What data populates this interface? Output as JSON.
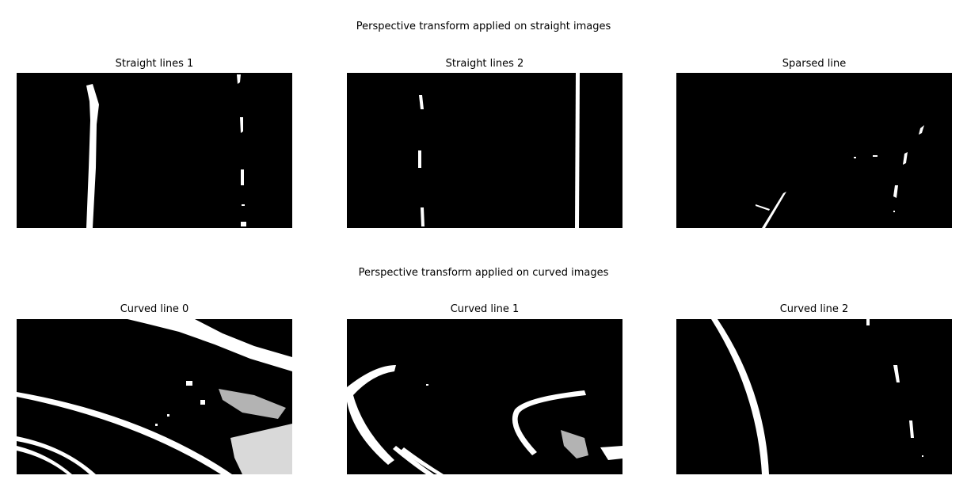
{
  "rows": [
    {
      "title": "Perspective transform applied on straight images",
      "panels": [
        {
          "title": "Straight lines 1"
        },
        {
          "title": "Straight lines 2"
        },
        {
          "title": "Sparsed line"
        }
      ]
    },
    {
      "title": "Perspective transform applied on curved images",
      "panels": [
        {
          "title": "Curved line 0"
        },
        {
          "title": "Curved line 1"
        },
        {
          "title": "Curved line 2"
        }
      ]
    }
  ],
  "colors": {
    "background": "#000000",
    "lane_pixels": "#ffffff",
    "page": "#ffffff"
  }
}
